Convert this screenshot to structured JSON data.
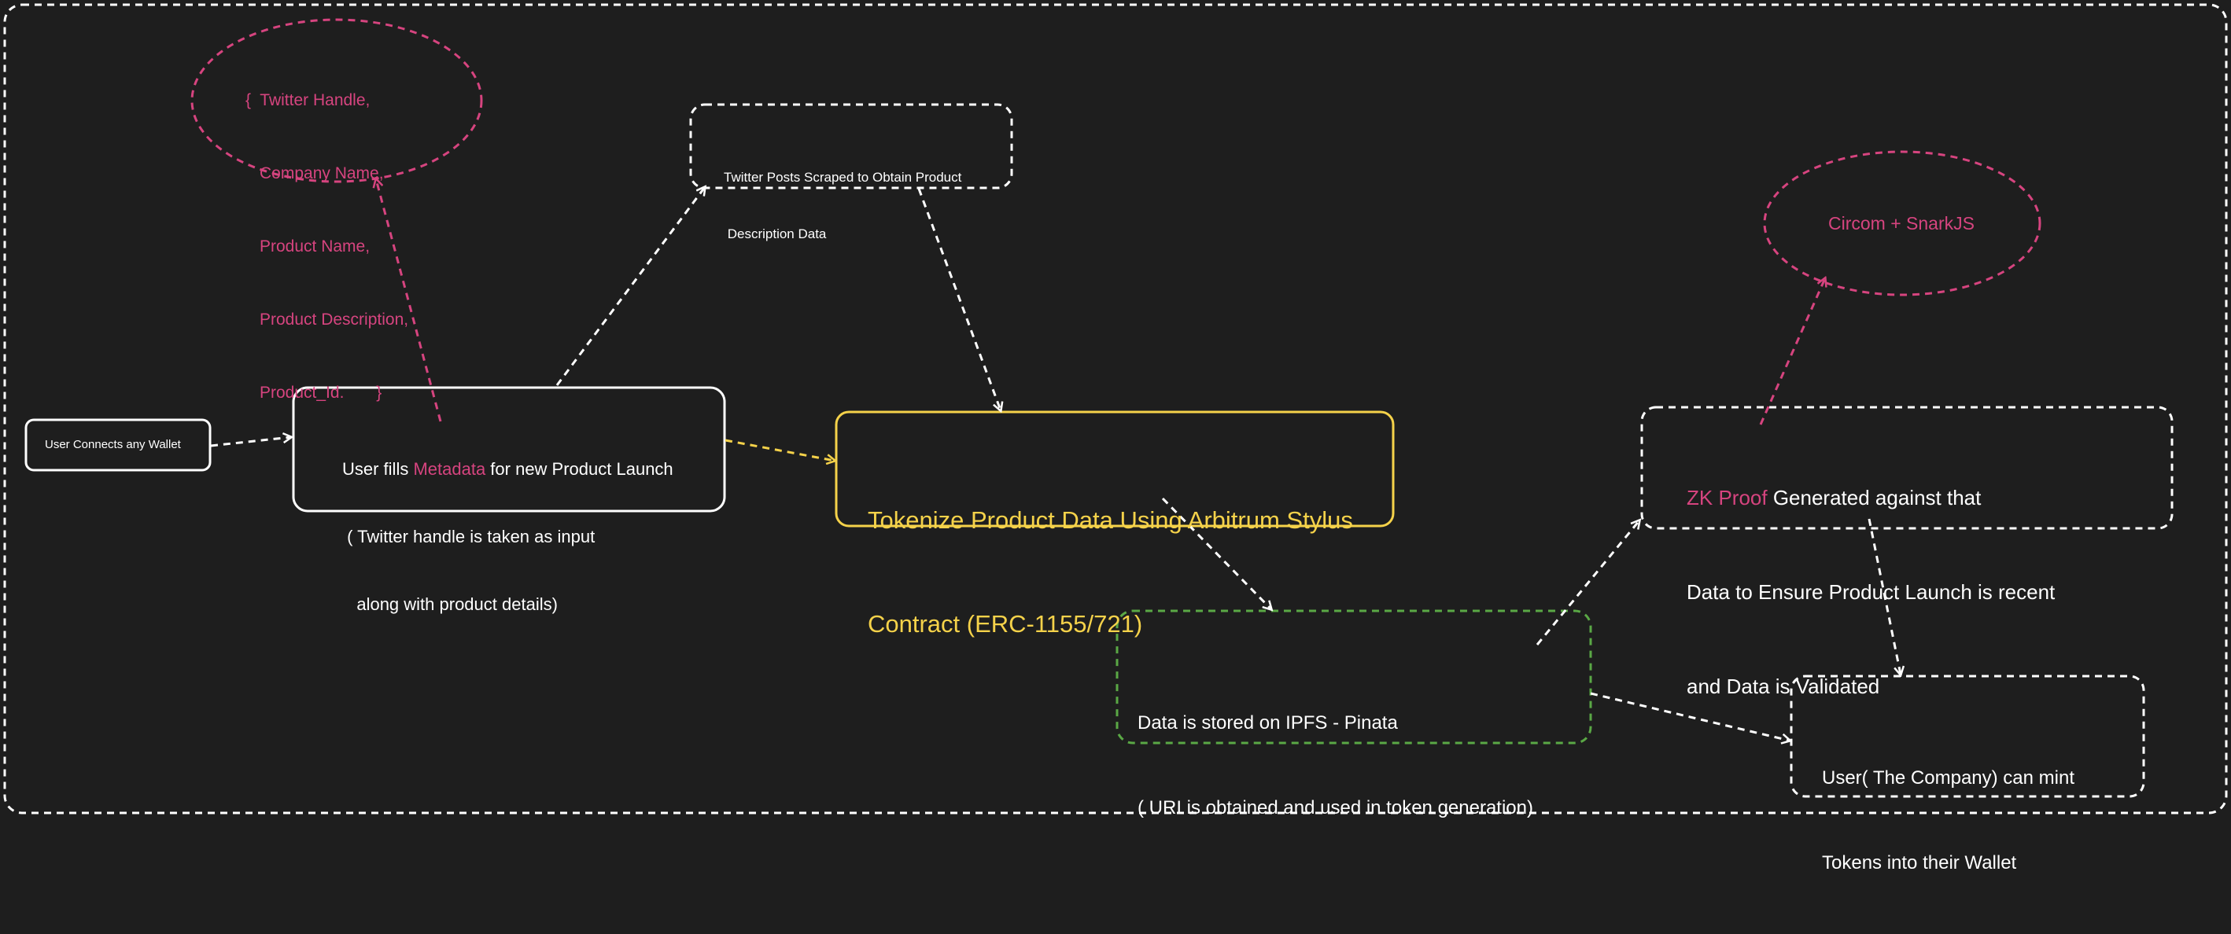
{
  "colors": {
    "background": "#1e1e1e",
    "stroke_white": "#ffffff",
    "accent_pink": "#d6447f",
    "accent_yellow": "#f5d24a",
    "accent_green": "#5aa845"
  },
  "nodes": {
    "wallet": {
      "label": "User Connects any Wallet"
    },
    "metadata": {
      "prefix": "User fills ",
      "highlight": "Metadata",
      "suffix": " for new Product Launch",
      "line2": " ( Twitter handle is taken as input",
      "line3": "   along with product details)"
    },
    "metadata_fields": {
      "line1": "{  Twitter Handle,",
      "line2": "Company Name,",
      "line3": "Product Name,",
      "line4": "Product Description,",
      "line5": "Product_Id.       }"
    },
    "twitter": {
      "line1": "Twitter Posts Scraped to Obtain Product",
      "line2": " Description Data"
    },
    "tokenize": {
      "line1": "Tokenize Product Data Using Arbitrum Stylus",
      "line2": "Contract (ERC-1155/721)"
    },
    "ipfs": {
      "line1": "Data is stored on IPFS - Pinata",
      "line2": "( URI is obtained and used in token generation)"
    },
    "zk": {
      "highlight": "ZK Proof",
      "suffix": " Generated against that",
      "line2": "Data to Ensure Product Launch is recent",
      "line3": "and Data is Validated"
    },
    "circom": {
      "label": "Circom + SnarkJS"
    },
    "mint": {
      "line1": "User( The Company) can mint",
      "line2": "Tokens into their Wallet"
    }
  }
}
